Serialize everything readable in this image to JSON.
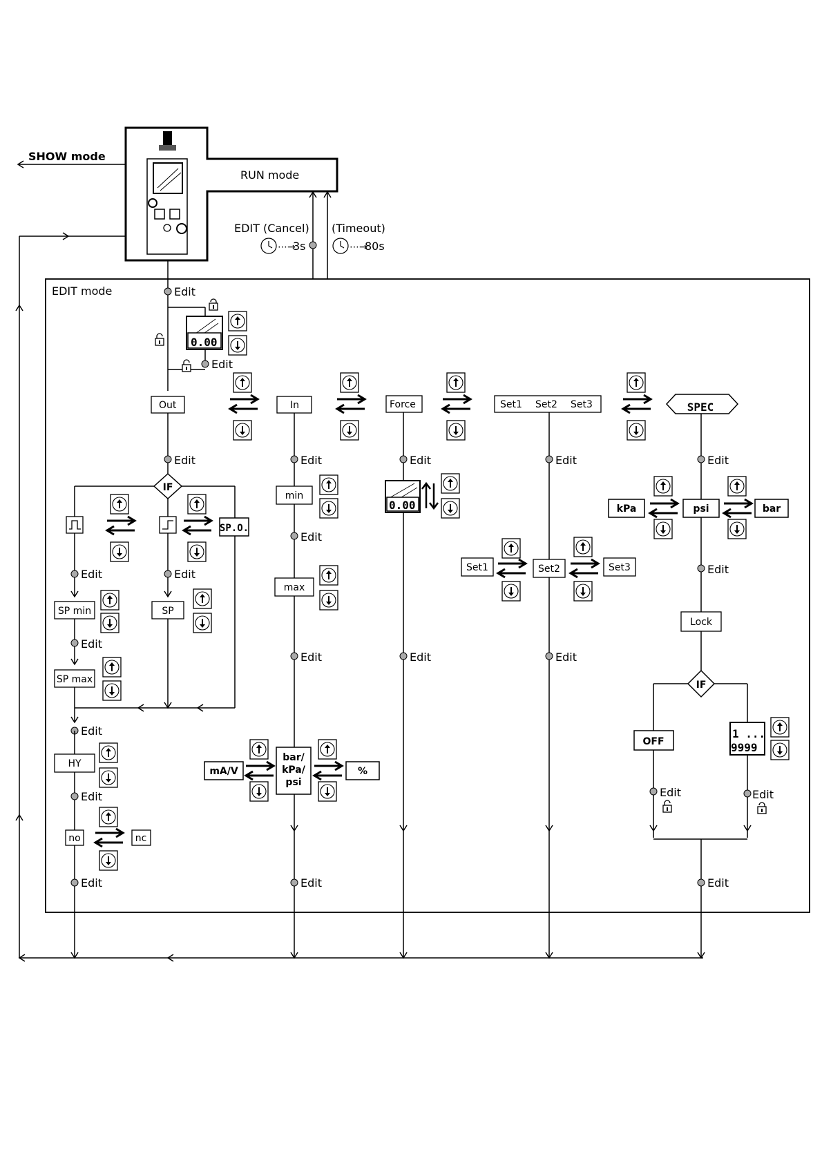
{
  "modes": {
    "show": "SHOW mode",
    "run": "RUN mode",
    "edit": "EDIT mode",
    "edit_cancel": "EDIT (Cancel)",
    "edit_cancel_time": "3s",
    "timeout": "(Timeout)",
    "timeout_time": "80s"
  },
  "edit_label": "Edit",
  "display_value": "0.00",
  "if_label": "IF",
  "menu": {
    "out": "Out",
    "in": "In",
    "force": "Force",
    "set1": "Set1",
    "set2": "Set2",
    "set3": "Set3",
    "spec": "SPEC"
  },
  "out_branch": {
    "spo": "SP.O.",
    "sp_min": "SP min",
    "sp_max": "SP max",
    "sp": "SP",
    "hy": "HY",
    "no": "no",
    "nc": "nc"
  },
  "in_branch": {
    "min": "min",
    "max": "max",
    "unit_ma_v": "mA/V",
    "unit_pressure_1": "bar/",
    "unit_pressure_2": "kPa/",
    "unit_pressure_3": "psi",
    "unit_percent": "%"
  },
  "spec_branch": {
    "kpa": "kPa",
    "psi": "psi",
    "bar": "bar",
    "lock": "Lock",
    "off": "OFF",
    "code_1": "1 ...",
    "code_2": "9999"
  },
  "icons": [
    "up-key-icon",
    "down-key-icon",
    "lock-icon",
    "unlock-icon",
    "clock-icon",
    "toggle-arrows-icon"
  ]
}
